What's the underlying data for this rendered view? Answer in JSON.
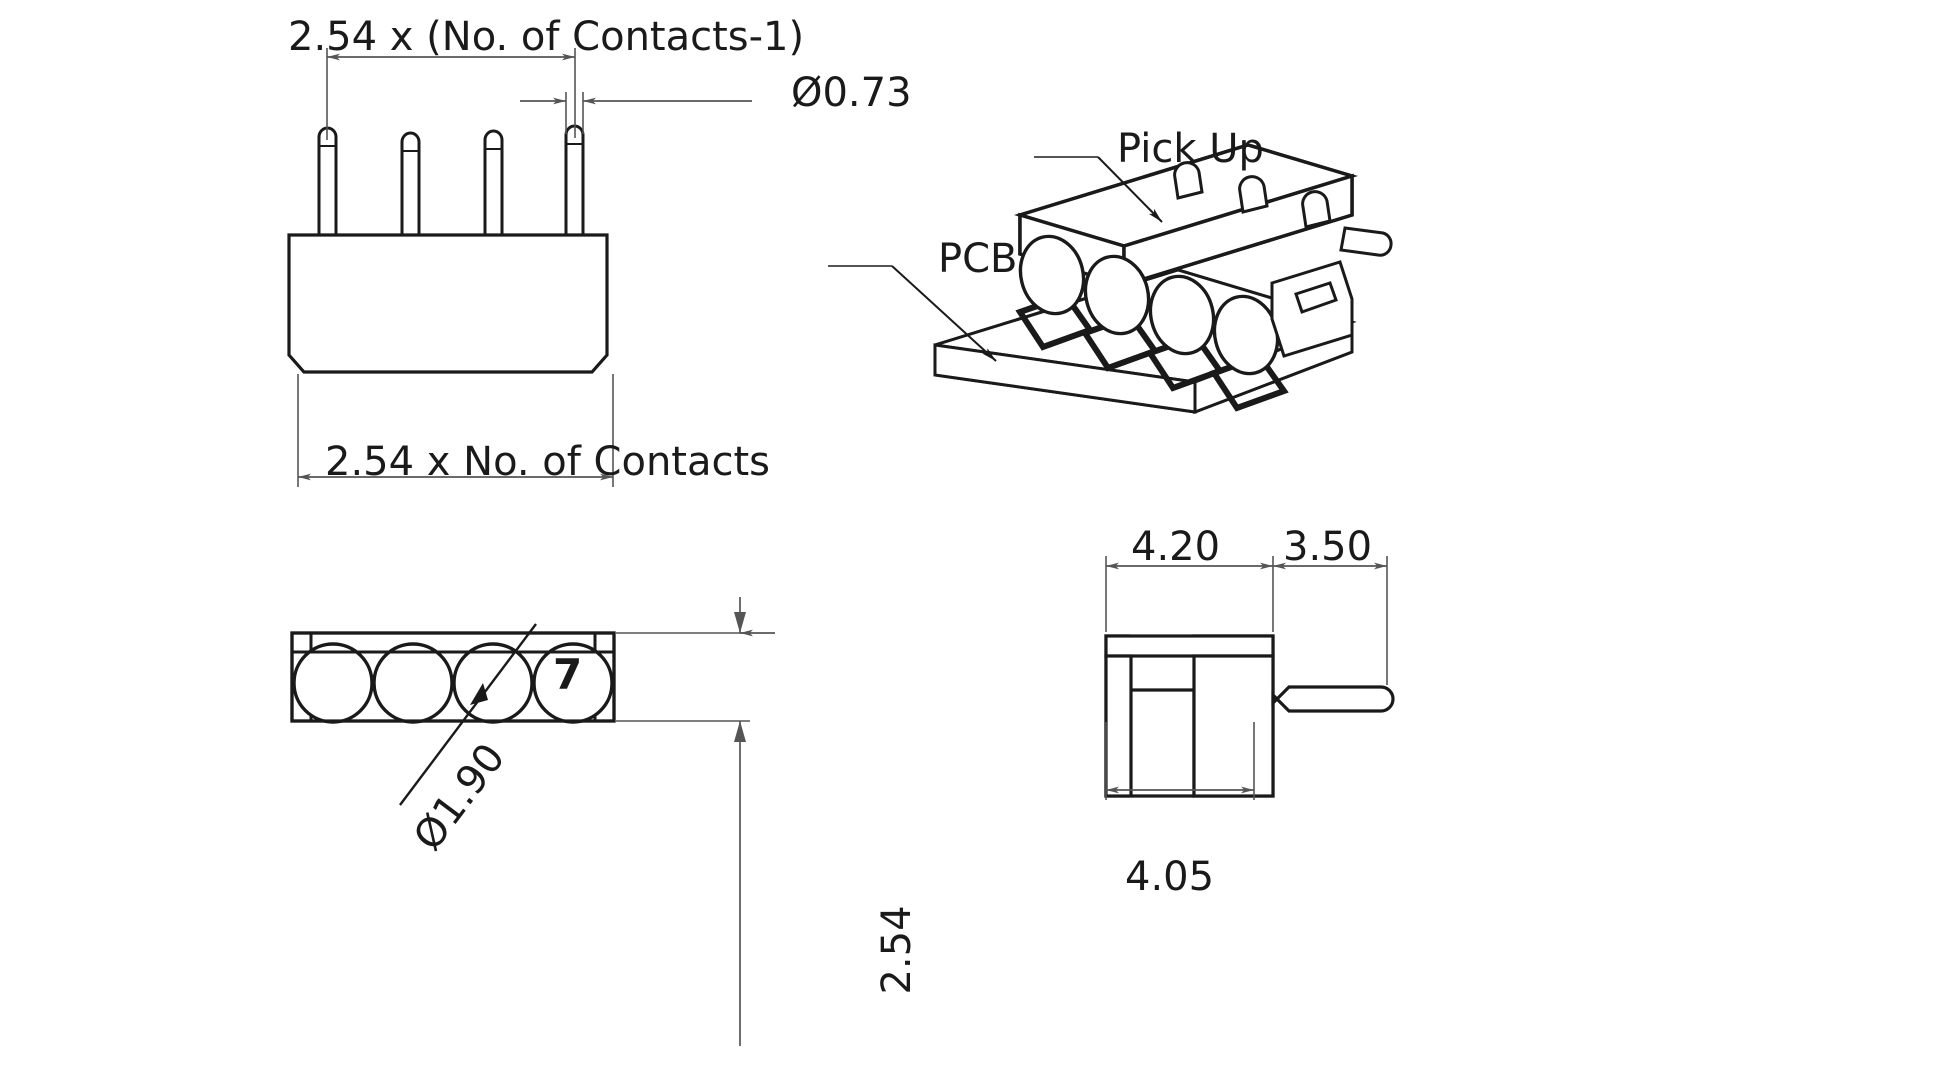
{
  "drawing": {
    "title": "Pin Header Connector Dimensional Drawing",
    "units": "mm",
    "line_color": "#1a1a1a",
    "dim_color": "#555555",
    "background": "#ffffff"
  },
  "front_view": {
    "name": "front-view",
    "contact_count": 4,
    "dimensions": {
      "pitch_span": "2.54 x (No. of Contacts-1)",
      "pin_diameter": "Ø0.73",
      "body_length": "2.54 x No. of Contacts"
    }
  },
  "iso_view": {
    "name": "isometric-view",
    "callouts": {
      "pick_up": "Pick Up",
      "pcb": "PCB"
    },
    "contact_count": 4
  },
  "bottom_view": {
    "name": "bottom-view",
    "contact_count": 4,
    "dimensions": {
      "hole_diameter": "Ø1.90",
      "row_height": "2.54"
    },
    "marker_label": "7"
  },
  "side_view": {
    "name": "side-view",
    "dimensions": {
      "body_depth": "4.20",
      "tail_length": "3.50",
      "body_height": "4.05"
    }
  },
  "labels": {
    "d1": "2.54 x (No. of Contacts-1)",
    "d2": "Ø0.73",
    "d3": "2.54 x No. of Contacts",
    "d4": "Ø1.90",
    "d5": "2.54",
    "d6": "4.20",
    "d7": "3.50",
    "d8": "4.05",
    "c1": "Pick Up",
    "c2": "PCB",
    "m1": "7"
  }
}
